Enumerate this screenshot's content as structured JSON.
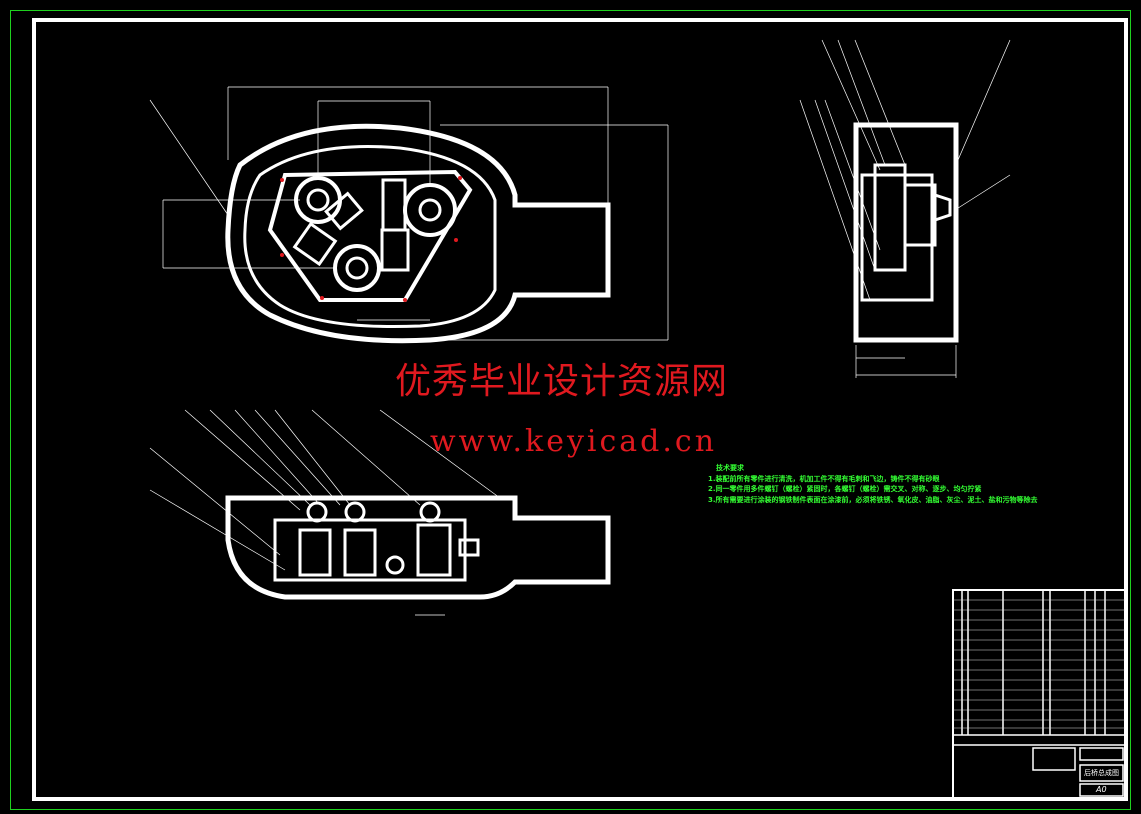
{
  "watermark": {
    "site_name": "优秀毕业设计资源网",
    "url": "www.keyicad.cn"
  },
  "technical_requirements": {
    "title": "技术要求",
    "items": [
      "1.装配前所有零件进行清洗，机加工件不得有毛刺和飞边，铸件不得有砂眼",
      "2.同一零件用多件螺钉（螺栓）紧固时，各螺钉（螺栓）需交叉、对称、逐步、均匀拧紧",
      "3.所有需要进行涂装的钢铁制件表面在涂漆前，必须将铁锈、氧化皮、油脂、灰尘、泥土、盐和污物等除去"
    ]
  },
  "title_block": {
    "drawing_title": "后桥总成图",
    "sheet_size": "A0"
  },
  "colors": {
    "background": "#000000",
    "outer_border": "#1fd11f",
    "lines": "#ffffff",
    "watermark": "#e0191f",
    "annotation": "#33ff33"
  }
}
